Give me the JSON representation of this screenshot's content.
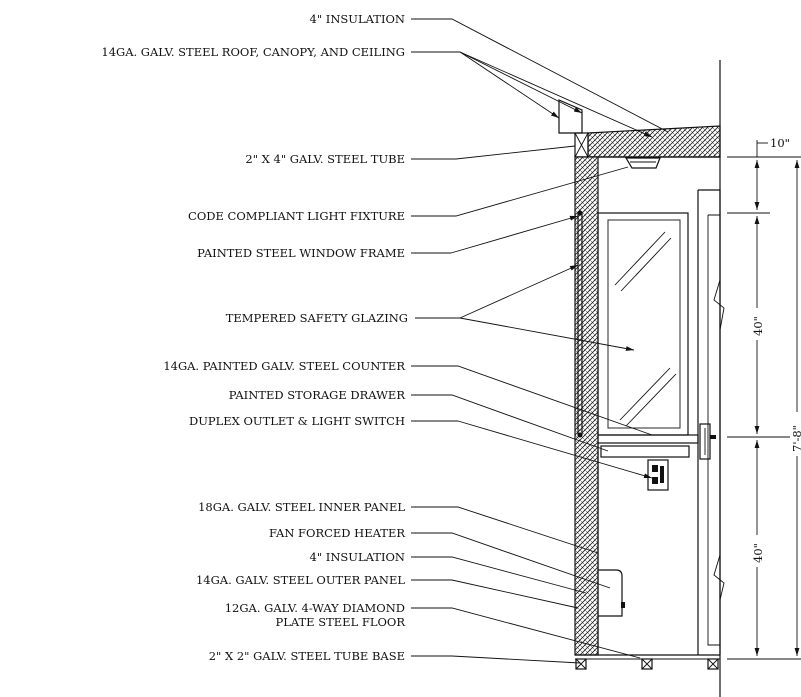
{
  "labels": {
    "insulation_top": "4\" INSULATION",
    "roof": "14GA. GALV. STEEL ROOF, CANOPY, AND CEILING",
    "tube_top": "2\" X 4\" GALV. STEEL TUBE",
    "light_fixture": "CODE COMPLIANT LIGHT FIXTURE",
    "window_frame": "PAINTED STEEL WINDOW FRAME",
    "glazing": "TEMPERED SAFETY GLAZING",
    "counter": "14GA. PAINTED GALV. STEEL COUNTER",
    "drawer": "PAINTED STORAGE DRAWER",
    "outlet": "DUPLEX OUTLET & LIGHT SWITCH",
    "inner_panel": "18GA. GALV. STEEL INNER PANEL",
    "heater": "FAN FORCED HEATER",
    "insulation_bottom": "4\" INSULATION",
    "outer_panel": "14GA. GALV. STEEL OUTER PANEL",
    "floor_line1": "12GA. GALV. 4-WAY DIAMOND",
    "floor_line2": "PLATE STEEL FLOOR",
    "tube_base": "2\" X 2\" GALV. STEEL TUBE BASE"
  },
  "dimensions": {
    "top_offset": "10\"",
    "upper_section": "40\"",
    "lower_section": "40\"",
    "overall_height": "7'-8\""
  }
}
